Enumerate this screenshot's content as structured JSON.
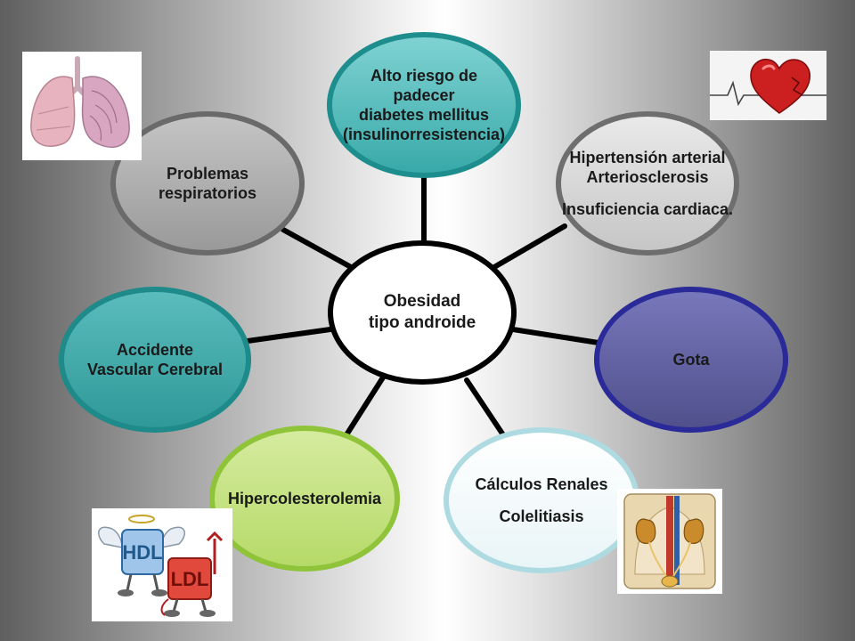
{
  "center": {
    "line1": "Obesidad",
    "line2": "tipo androide"
  },
  "nodes": {
    "diabetes": {
      "lines": [
        "Alto riesgo de",
        "padecer",
        "diabetes mellitus",
        "(insulinorresistencia)"
      ]
    },
    "hipertension": {
      "lines": [
        "Hipertensión arterial",
        "Arteriosclerosis",
        "Insuficiencia cardiaca."
      ]
    },
    "gota": {
      "lines": [
        "Gota"
      ]
    },
    "calculos": {
      "lines": [
        "Cálculos Renales",
        "Colelitiasis"
      ]
    },
    "hipercolesterolemia": {
      "lines": [
        "Hipercolesterolemia"
      ]
    },
    "acv": {
      "lines": [
        "Accidente",
        "Vascular Cerebral"
      ]
    },
    "respiratorios": {
      "lines": [
        "Problemas",
        "respiratorios"
      ]
    }
  },
  "images": {
    "lungs": {
      "icon": "lungs-icon"
    },
    "heart": {
      "icon": "heart-ecg-icon"
    },
    "hdl_ldl": {
      "icon": "hdl-ldl-icon",
      "labels": [
        "HDL",
        "LDL"
      ]
    },
    "kidney": {
      "icon": "kidney-anatomy-icon"
    }
  }
}
